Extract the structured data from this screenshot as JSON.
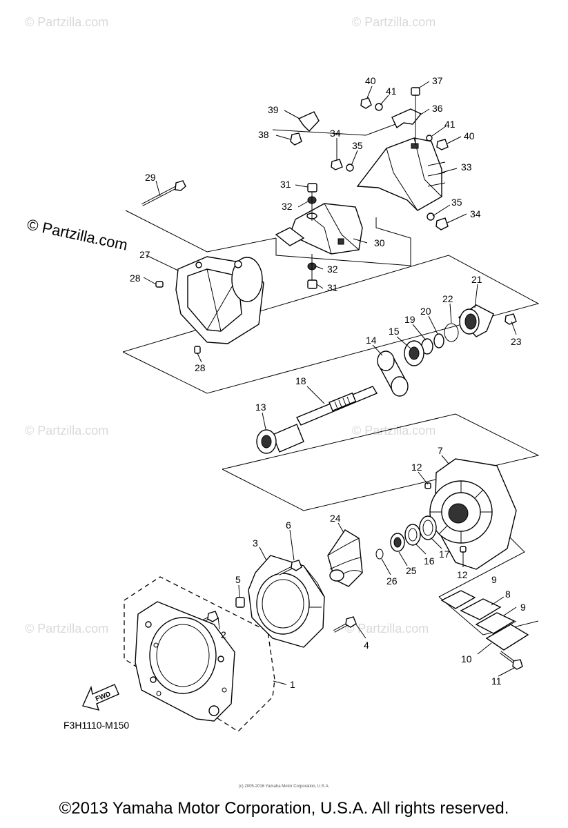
{
  "diagram": {
    "code": "F3H1110-M150",
    "fwd_label": "FWD",
    "footer": "©2013 Yamaha Motor Corporation, U.S.A. All rights reserved.",
    "tiny_footer": "(c) 2005-2016 Yamaha Motor Corporation, U.S.A.",
    "watermark": "© Partzilla.com",
    "watermark_main": "© Partzilla.com",
    "callouts": [
      "1",
      "2",
      "3",
      "4",
      "5",
      "6",
      "7",
      "8",
      "9",
      "9",
      "10",
      "11",
      "12",
      "12",
      "13",
      "14",
      "15",
      "16",
      "17",
      "18",
      "19",
      "20",
      "21",
      "22",
      "23",
      "24",
      "25",
      "26",
      "27",
      "28",
      "28",
      "29",
      "30",
      "31",
      "31",
      "32",
      "32",
      "33",
      "34",
      "34",
      "35",
      "35",
      "36",
      "37",
      "38",
      "39",
      "40",
      "40",
      "41",
      "41"
    ]
  }
}
